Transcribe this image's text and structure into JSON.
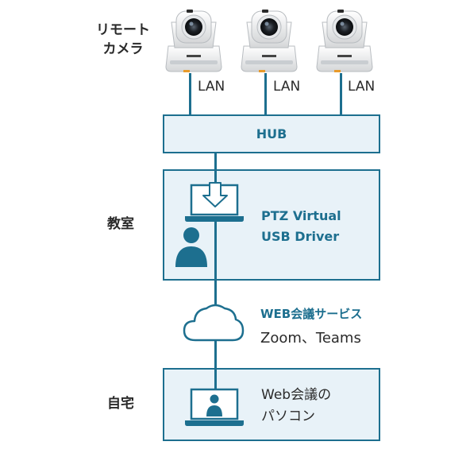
{
  "remote_camera_label": [
    "リモート",
    "カメラ"
  ],
  "lan_labels": [
    "LAN",
    "LAN",
    "LAN"
  ],
  "hub_label": "HUB",
  "classroom": {
    "label": "教室",
    "driver_lines": [
      "PTZ Virtual",
      "USB Driver"
    ]
  },
  "web_service": {
    "title": "WEB会議サービス",
    "subtitle": "Zoom、Teams"
  },
  "home": {
    "label": "自宅",
    "pc_lines": [
      "Web会議の",
      "パソコン"
    ]
  },
  "colors": {
    "accent": "#1d6f8f",
    "panel_fill": "#e8f2f8",
    "text": "#2a2a2a"
  }
}
